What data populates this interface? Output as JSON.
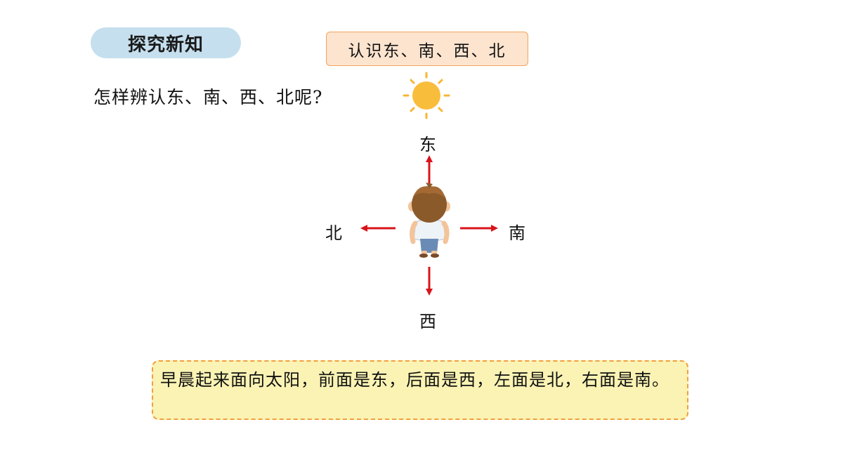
{
  "section_tag": "探究新知",
  "topic": "认识东、南、西、北",
  "question": "怎样辨认东、南、西、北呢?",
  "directions": {
    "front": "东",
    "back": "西",
    "left": "北",
    "right": "南"
  },
  "note": "早晨起来面向太阳，前面是东，后面是西，左面是北，右面是南。",
  "icons": [
    "sun-icon",
    "boy-figure",
    "arrow-up-icon",
    "arrow-down-icon",
    "arrow-left-icon",
    "arrow-right-icon"
  ],
  "colors": {
    "tag_bg": "#c5dfee",
    "topic_bg": "#fde4cf",
    "topic_border": "#f2a45e",
    "note_bg": "#faf3b4",
    "note_border": "#f0a040",
    "arrow": "#d9141b",
    "sun": "#f7b733"
  }
}
